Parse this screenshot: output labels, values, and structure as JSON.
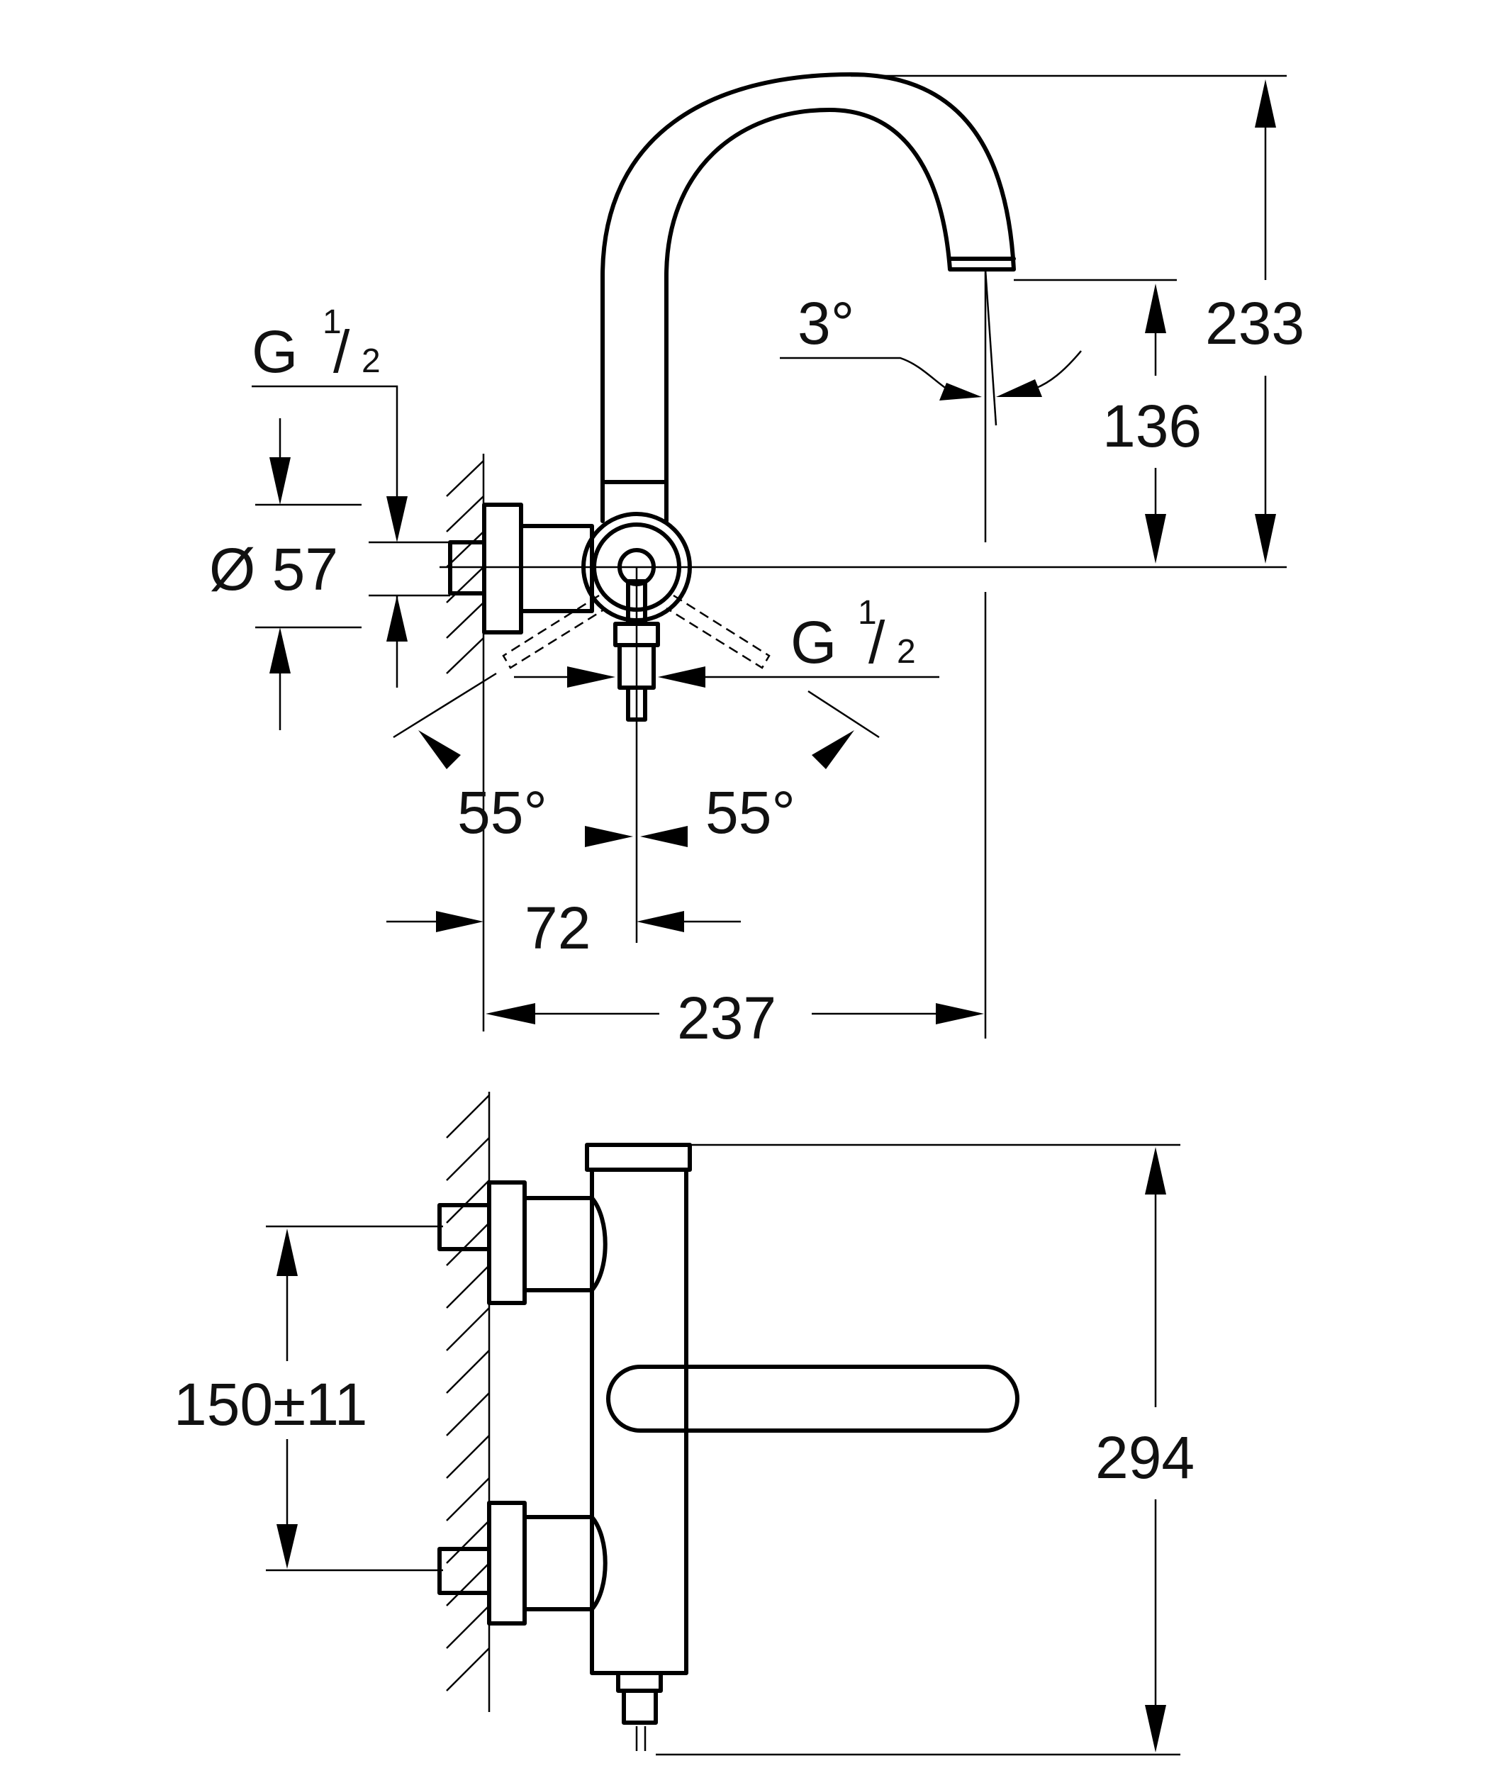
{
  "labels": {
    "thread_top_left": "G",
    "thread_top_left_frac": "1/2",
    "diameter": "Ø 57",
    "angle_spout": "3°",
    "height_outlet": "136",
    "height_total": "233",
    "thread_bottom": "G",
    "thread_bottom_frac": "1/2",
    "angle_left": "55°",
    "angle_right": "55°",
    "offset_72": "72",
    "projection": "237",
    "centers": "150±11",
    "overall_height": "294"
  }
}
